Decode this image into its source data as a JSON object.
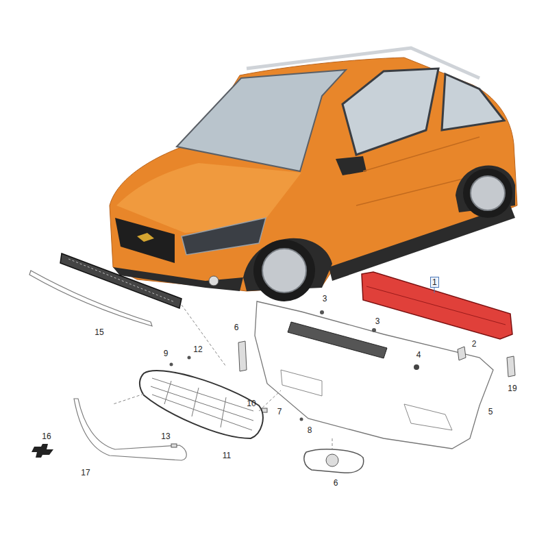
{
  "diagram": {
    "nodes": [
      {
        "text": [
          "1"
        ]
      }
    ],
    "labels": [
      "3",
      "3",
      "2",
      "6",
      "15",
      "4",
      "9",
      "12",
      "19",
      "10",
      "7",
      "5",
      "8",
      "13",
      "16",
      "11",
      "17",
      "6"
    ]
  }
}
